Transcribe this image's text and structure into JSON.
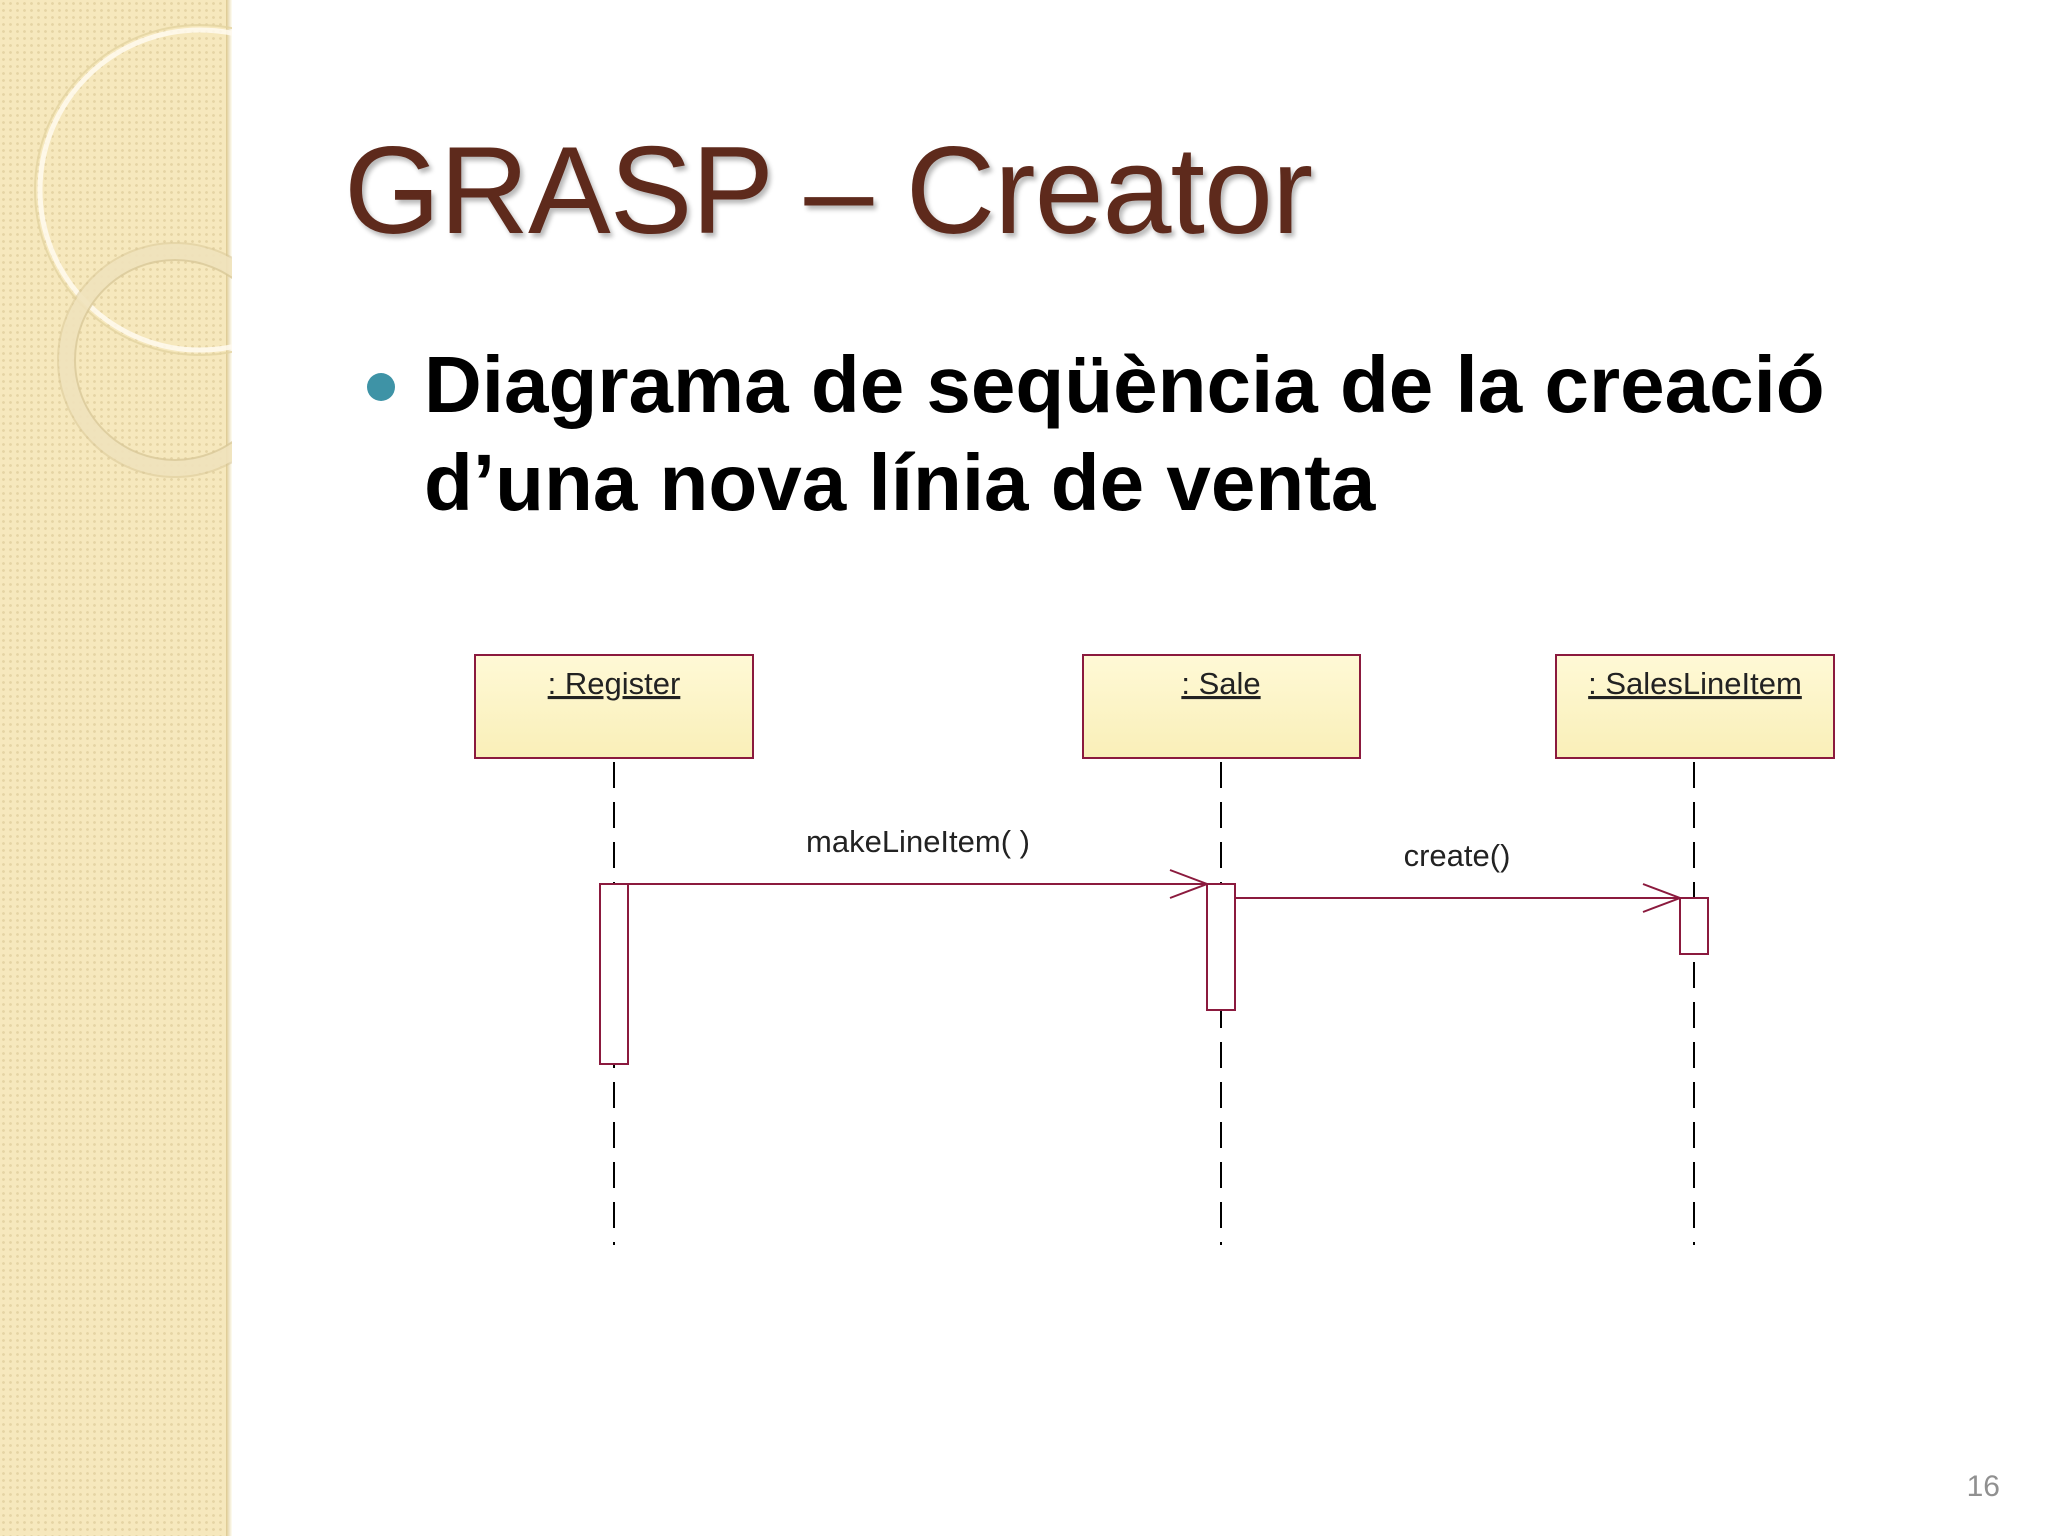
{
  "slide": {
    "title": "GRASP – Creator",
    "bullet": "Diagrama de seqüència de la creació d’una nova línia de venta",
    "page_number": "16"
  },
  "diagram": {
    "type": "sequence",
    "lifelines": [
      {
        "label": ": Register"
      },
      {
        "label": ": Sale"
      },
      {
        "label": ": SalesLineItem"
      }
    ],
    "messages": [
      {
        "label": "makeLineItem( )",
        "from": ": Register",
        "to": ": Sale"
      },
      {
        "label": "create()",
        "from": ": Sale",
        "to": ": SalesLineItem"
      }
    ]
  },
  "colors": {
    "title": "#5e2a1c",
    "bullet_dot": "#3e93a6",
    "box_fill": "#fdf7d0",
    "box_border": "#8b1a3e",
    "message_line": "#8b1a3e",
    "sidebar": "#f6e8bd"
  }
}
